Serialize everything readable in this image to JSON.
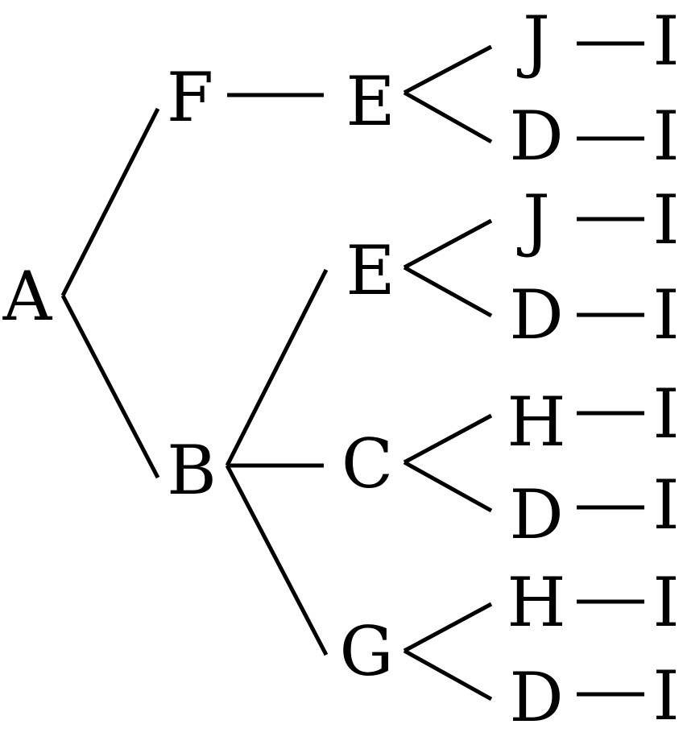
{
  "diagram": {
    "type": "tree",
    "colors": {
      "ink": "#000000",
      "background": "#ffffff"
    },
    "nodes": [
      {
        "id": "n-a",
        "label": "A"
      },
      {
        "id": "n-f",
        "label": "F"
      },
      {
        "id": "n-b",
        "label": "B"
      },
      {
        "id": "n-e1",
        "label": "E"
      },
      {
        "id": "n-e2",
        "label": "E"
      },
      {
        "id": "n-c",
        "label": "C"
      },
      {
        "id": "n-g",
        "label": "G"
      },
      {
        "id": "n-j1",
        "label": "J"
      },
      {
        "id": "n-d1",
        "label": "D"
      },
      {
        "id": "n-j2",
        "label": "J"
      },
      {
        "id": "n-d2",
        "label": "D"
      },
      {
        "id": "n-h1",
        "label": "H"
      },
      {
        "id": "n-d3",
        "label": "D"
      },
      {
        "id": "n-h2",
        "label": "H"
      },
      {
        "id": "n-d4",
        "label": "D"
      },
      {
        "id": "n-i1",
        "label": "I"
      },
      {
        "id": "n-i2",
        "label": "I"
      },
      {
        "id": "n-i3",
        "label": "I"
      },
      {
        "id": "n-i4",
        "label": "I"
      },
      {
        "id": "n-i5",
        "label": "I"
      },
      {
        "id": "n-i6",
        "label": "I"
      },
      {
        "id": "n-i7",
        "label": "I"
      },
      {
        "id": "n-i8",
        "label": "I"
      }
    ],
    "edges": [
      {
        "from": "n-a",
        "to": "n-f"
      },
      {
        "from": "n-a",
        "to": "n-b"
      },
      {
        "from": "n-f",
        "to": "n-e1"
      },
      {
        "from": "n-b",
        "to": "n-e2"
      },
      {
        "from": "n-b",
        "to": "n-c"
      },
      {
        "from": "n-b",
        "to": "n-g"
      },
      {
        "from": "n-e1",
        "to": "n-j1"
      },
      {
        "from": "n-e1",
        "to": "n-d1"
      },
      {
        "from": "n-e2",
        "to": "n-j2"
      },
      {
        "from": "n-e2",
        "to": "n-d2"
      },
      {
        "from": "n-c",
        "to": "n-h1"
      },
      {
        "from": "n-c",
        "to": "n-d3"
      },
      {
        "from": "n-g",
        "to": "n-h2"
      },
      {
        "from": "n-g",
        "to": "n-d4"
      },
      {
        "from": "n-j1",
        "to": "n-i1"
      },
      {
        "from": "n-d1",
        "to": "n-i2"
      },
      {
        "from": "n-j2",
        "to": "n-i3"
      },
      {
        "from": "n-d2",
        "to": "n-i4"
      },
      {
        "from": "n-h1",
        "to": "n-i5"
      },
      {
        "from": "n-d3",
        "to": "n-i6"
      },
      {
        "from": "n-h2",
        "to": "n-i7"
      },
      {
        "from": "n-d4",
        "to": "n-i8"
      }
    ]
  }
}
